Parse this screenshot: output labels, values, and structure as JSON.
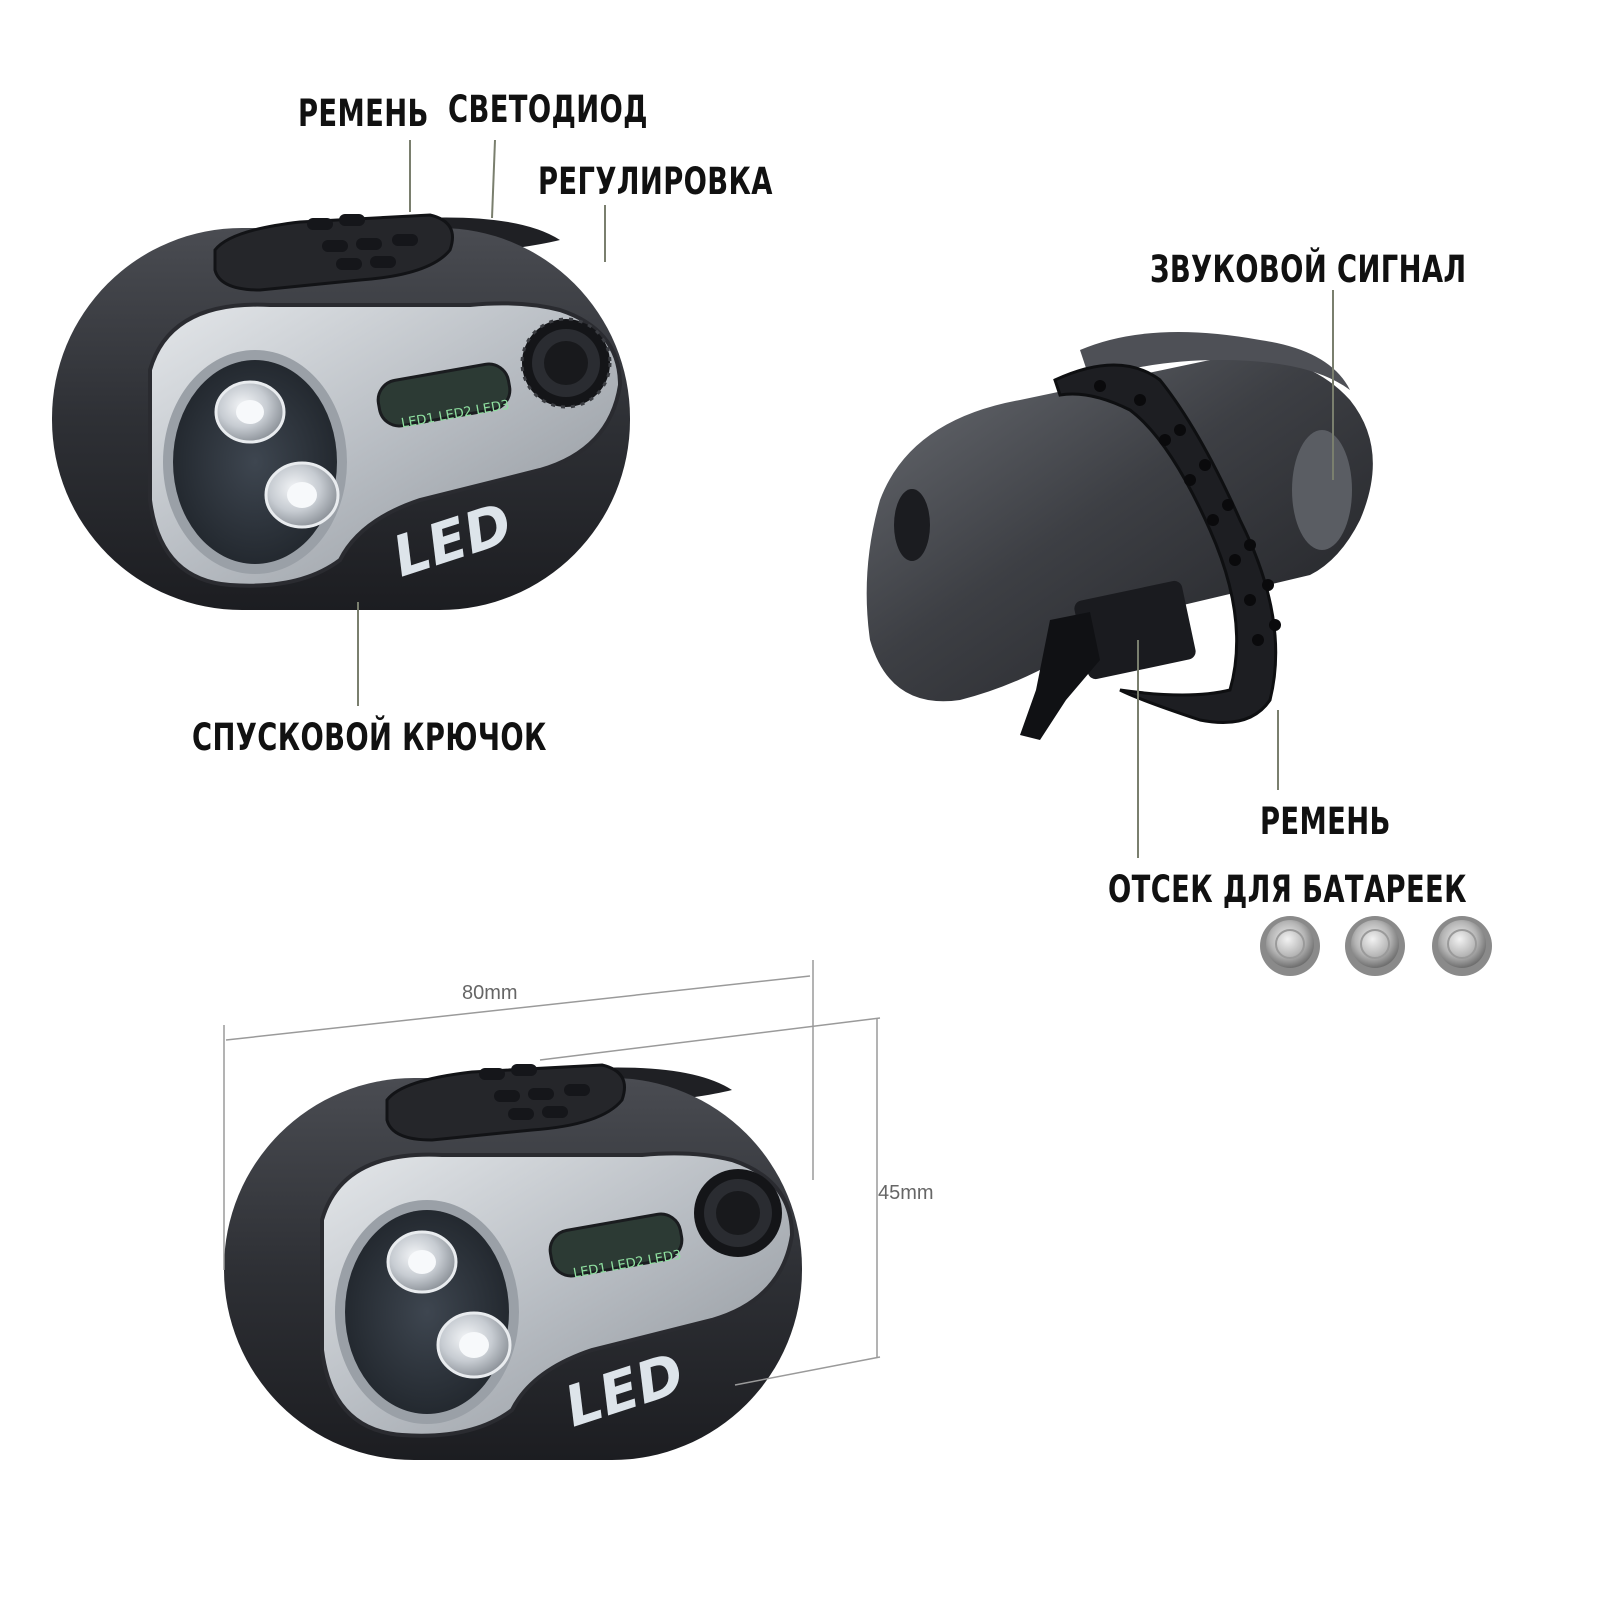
{
  "labels": {
    "strap_top": "РЕМЕНЬ",
    "led": "СВЕТОДИОД",
    "adjustment": "РЕГУЛИРОВКА",
    "trigger_hook": "СПУСКОВОЙ КРЮЧОК",
    "buzzer": "ЗВУКОВОЙ СИГНАЛ",
    "strap_side": "РЕМЕНЬ",
    "battery_compartment": "ОТСЕК ДЛЯ БАТАРЕЕК"
  },
  "dimensions": {
    "width": "80mm",
    "height": "45mm"
  },
  "device": {
    "badge": "LED",
    "led_strip_text": "LED1 LED2 LED3"
  },
  "colors": {
    "body": "#2b2c30",
    "plate": "#b9bdc3",
    "leader_line": "#7a7f6e",
    "dimension_line": "#9a9a9a",
    "badge_text": "#dde4ea"
  },
  "icons": [
    "strap-icon",
    "knob-icon",
    "led-lens-icon",
    "battery-cell-icon"
  ]
}
